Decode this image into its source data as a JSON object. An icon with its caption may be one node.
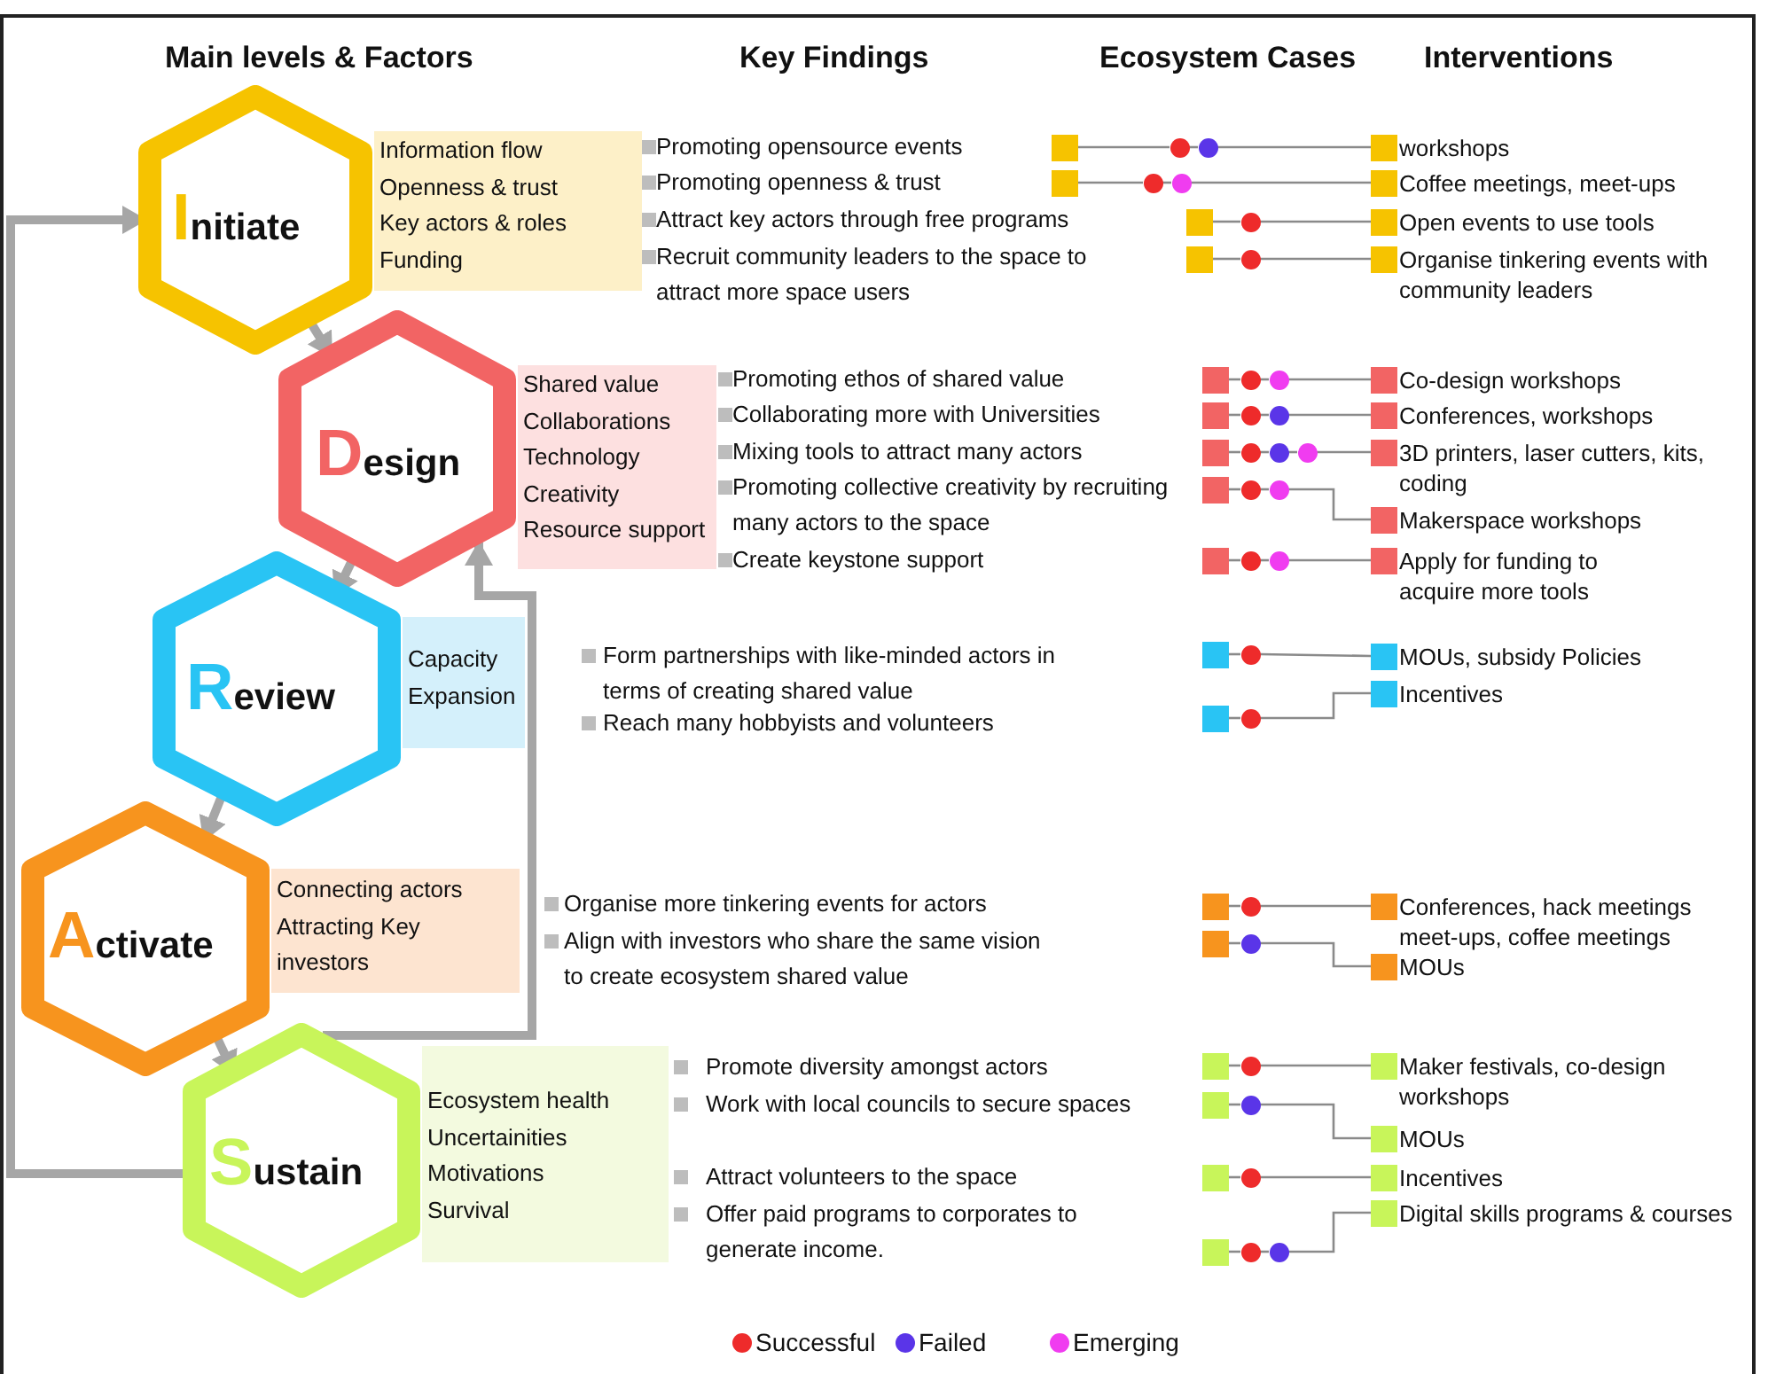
{
  "diagram": {
    "nodes": [
      {
        "text": [
          "Initiate"
        ]
      },
      {
        "text": [
          "Information flow",
          "Openness & trust",
          "Key actors & roles",
          "Funding"
        ]
      },
      {
        "text": [
          "Design"
        ]
      },
      {
        "text": [
          "Shared value",
          "Collaborations",
          "Technology",
          "Creativity",
          "Resource support"
        ]
      },
      {
        "text": [
          "Review"
        ]
      },
      {
        "text": [
          "Capacity",
          "Expansion"
        ]
      },
      {
        "text": [
          "Activate"
        ]
      },
      {
        "text": [
          "Connecting actors",
          "Attracting Key investors"
        ]
      },
      {
        "text": [
          "Sustain"
        ]
      },
      {
        "text": [
          "Ecosystem health",
          "Uncertainities",
          "Motivations",
          "Survival"
        ]
      },
      {
        "text": [],
        "shape": "box"
      },
      {
        "text": [],
        "shape": "circle"
      },
      {
        "text": [],
        "shape": "circle"
      },
      {
        "text": [
          "workshops"
        ]
      },
      {
        "text": [],
        "shape": "box"
      },
      {
        "text": [],
        "shape": "circle"
      },
      {
        "text": [],
        "shape": "circle"
      },
      {
        "text": [
          "Coffee meetings, meet-ups"
        ]
      },
      {
        "text": [],
        "shape": "box"
      },
      {
        "text": [],
        "shape": "circle"
      },
      {
        "text": [
          "Open events to use tools"
        ]
      },
      {
        "text": [],
        "shape": "box"
      },
      {
        "text": [],
        "shape": "circle"
      },
      {
        "text": [
          "Organise tinkering events with community leaders"
        ]
      },
      {
        "text": [],
        "shape": "box"
      },
      {
        "text": [],
        "shape": "circle"
      },
      {
        "text": [],
        "shape": "circle"
      },
      {
        "text": [
          "Co-design workshops"
        ]
      },
      {
        "text": [],
        "shape": "box"
      },
      {
        "text": [],
        "shape": "circle"
      },
      {
        "text": [],
        "shape": "circle"
      },
      {
        "text": [
          "Conferences, workshops"
        ]
      },
      {
        "text": [],
        "shape": "box"
      },
      {
        "text": [],
        "shape": "circle"
      },
      {
        "text": [],
        "shape": "circle"
      },
      {
        "text": [],
        "shape": "circle"
      },
      {
        "text": [
          "3D printers, laser cutters, kits, coding"
        ]
      },
      {
        "text": [],
        "shape": "box"
      },
      {
        "text": [],
        "shape": "circle"
      },
      {
        "text": [],
        "shape": "circle"
      },
      {
        "text": [
          "Makerspace workshops"
        ]
      },
      {
        "text": [],
        "shape": "box"
      },
      {
        "text": [],
        "shape": "circle"
      },
      {
        "text": [],
        "shape": "circle"
      },
      {
        "text": [
          "Apply for funding to acquire more tools"
        ]
      },
      {
        "text": [],
        "shape": "box"
      },
      {
        "text": [],
        "shape": "circle"
      },
      {
        "text": [
          "MOUs, subsidy Policies"
        ]
      },
      {
        "text": [],
        "shape": "box"
      },
      {
        "text": [],
        "shape": "circle"
      },
      {
        "text": [
          "Incentives"
        ]
      },
      {
        "text": [],
        "shape": "box"
      },
      {
        "text": [],
        "shape": "circle"
      },
      {
        "text": [
          "Conferences, hack meetings meet-ups, coffee meetings"
        ]
      },
      {
        "text": [],
        "shape": "box"
      },
      {
        "text": [],
        "shape": "circle"
      },
      {
        "text": [
          "MOUs"
        ]
      },
      {
        "text": [],
        "shape": "box"
      },
      {
        "text": [],
        "shape": "circle"
      },
      {
        "text": [
          "Maker festivals, co-design workshops"
        ]
      },
      {
        "text": [],
        "shape": "box"
      },
      {
        "text": [],
        "shape": "circle"
      },
      {
        "text": [
          "MOUs"
        ]
      },
      {
        "text": [],
        "shape": "box"
      },
      {
        "text": [],
        "shape": "circle"
      },
      {
        "text": [
          "Incentives"
        ]
      },
      {
        "text": [],
        "shape": "box"
      },
      {
        "text": [],
        "shape": "circle"
      },
      {
        "text": [],
        "shape": "circle"
      },
      {
        "text": [
          "Digital skills programs & courses"
        ]
      }
    ],
    "edges": [
      {
        "from": 0,
        "to": 2,
        "arrow": "to",
        "style": "thick",
        "color": "#a6a6a6"
      },
      {
        "from": 2,
        "to": 4,
        "arrow": "to",
        "style": "thick",
        "color": "#a6a6a6"
      },
      {
        "from": 4,
        "to": 6,
        "arrow": "to",
        "style": "thick",
        "color": "#a6a6a6"
      },
      {
        "from": 6,
        "to": 8,
        "arrow": "to",
        "style": "thick",
        "color": "#a6a6a6"
      },
      {
        "from": 8,
        "to": 0,
        "arrow": "to",
        "style": "thick",
        "color": "#a6a6a6"
      },
      {
        "from": 8,
        "to": 2,
        "arrow": "to",
        "style": "thick",
        "color": "#a6a6a6"
      },
      {
        "from": 10,
        "to": 11,
        "arrow": "none"
      },
      {
        "from": 11,
        "to": 12,
        "arrow": "none"
      },
      {
        "from": 12,
        "to": 13,
        "arrow": "none"
      },
      {
        "from": 14,
        "to": 15,
        "arrow": "none"
      },
      {
        "from": 15,
        "to": 16,
        "arrow": "none"
      },
      {
        "from": 16,
        "to": 17,
        "arrow": "none"
      },
      {
        "from": 18,
        "to": 19,
        "arrow": "none"
      },
      {
        "from": 19,
        "to": 20,
        "arrow": "none"
      },
      {
        "from": 21,
        "to": 22,
        "arrow": "none"
      },
      {
        "from": 22,
        "to": 23,
        "arrow": "none"
      },
      {
        "from": 24,
        "to": 25,
        "arrow": "none"
      },
      {
        "from": 25,
        "to": 26,
        "arrow": "none"
      },
      {
        "from": 26,
        "to": 27,
        "arrow": "none"
      },
      {
        "from": 28,
        "to": 29,
        "arrow": "none"
      },
      {
        "from": 29,
        "to": 30,
        "arrow": "none"
      },
      {
        "from": 30,
        "to": 31,
        "arrow": "none"
      },
      {
        "from": 32,
        "to": 33,
        "arrow": "none"
      },
      {
        "from": 33,
        "to": 34,
        "arrow": "none"
      },
      {
        "from": 34,
        "to": 35,
        "arrow": "none"
      },
      {
        "from": 35,
        "to": 36,
        "arrow": "none"
      },
      {
        "from": 37,
        "to": 38,
        "arrow": "none"
      },
      {
        "from": 38,
        "to": 39,
        "arrow": "none"
      },
      {
        "from": 39,
        "to": 40,
        "arrow": "none"
      },
      {
        "from": 41,
        "to": 42,
        "arrow": "none"
      },
      {
        "from": 42,
        "to": 43,
        "arrow": "none"
      },
      {
        "from": 43,
        "to": 44,
        "arrow": "none"
      },
      {
        "from": 45,
        "to": 46,
        "arrow": "none"
      },
      {
        "from": 46,
        "to": 47,
        "arrow": "none"
      },
      {
        "from": 48,
        "to": 49,
        "arrow": "none"
      },
      {
        "from": 49,
        "to": 50,
        "arrow": "none"
      },
      {
        "from": 51,
        "to": 52,
        "arrow": "none"
      },
      {
        "from": 52,
        "to": 53,
        "arrow": "none"
      },
      {
        "from": 54,
        "to": 55,
        "arrow": "none"
      },
      {
        "from": 55,
        "to": 56,
        "arrow": "none"
      },
      {
        "from": 57,
        "to": 58,
        "arrow": "none"
      },
      {
        "from": 58,
        "to": 59,
        "arrow": "none"
      },
      {
        "from": 60,
        "to": 61,
        "arrow": "none"
      },
      {
        "from": 61,
        "to": 62,
        "arrow": "none"
      },
      {
        "from": 63,
        "to": 64,
        "arrow": "none"
      },
      {
        "from": 64,
        "to": 65,
        "arrow": "none"
      },
      {
        "from": 66,
        "to": 67,
        "arrow": "none"
      },
      {
        "from": 67,
        "to": 68,
        "arrow": "none"
      },
      {
        "from": 68,
        "to": 69,
        "arrow": "none"
      }
    ],
    "labels": [
      "Main levels & Factors",
      "Key Findings",
      "Ecosystem Cases",
      "Interventions",
      "Promoting opensource events",
      "Promoting openness & trust",
      "Attract key actors through free programs",
      "Recruit community leaders to the space to attract more space users",
      "Promoting ethos of shared value",
      "Collaborating more with Universities",
      "Mixing tools to attract many actors",
      "Promoting collective creativity by recruiting many actors to the space",
      "Create keystone support",
      "Form partnerships with like-minded actors in terms of creating shared value",
      "Reach many hobbyists and volunteers",
      "Organise more tinkering events for actors",
      "Align with investors who share the same vision to create ecosystem shared value",
      "Promote diversity amongst actors",
      "Work with local councils to secure spaces",
      "Attract volunteers to the space",
      "Offer paid programs to corporates to generate income."
    ],
    "legend": [
      {
        "text": "Successful",
        "color": "#ee2b2b"
      },
      {
        "text": "Failed",
        "color": "#5a35e8"
      },
      {
        "text": "Emerging",
        "color": "#f03cf0"
      }
    ]
  }
}
